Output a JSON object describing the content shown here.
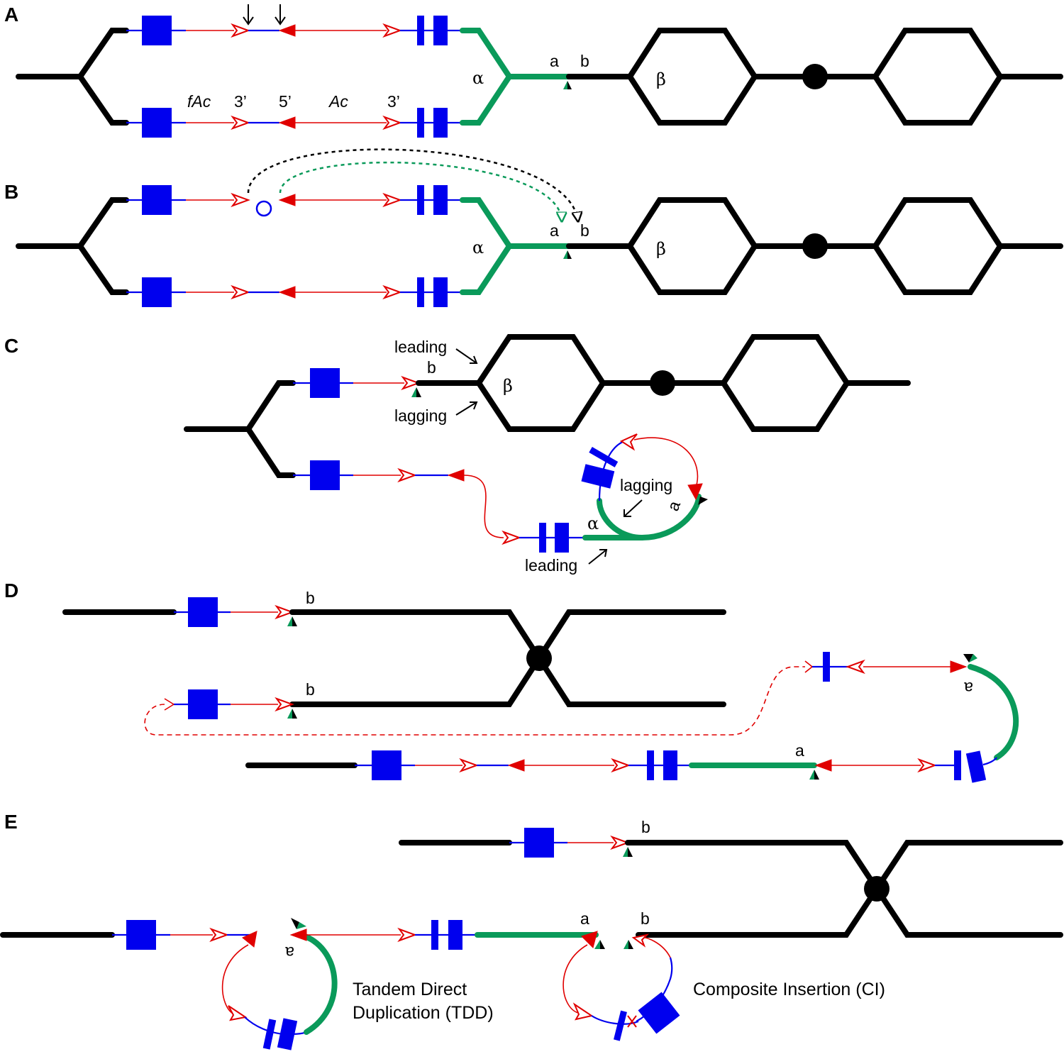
{
  "panels": {
    "A": {
      "label": "A",
      "fAc": "fAc",
      "three_prime_1": "3’",
      "five_prime": "5’",
      "Ac": "Ac",
      "three_prime_2": "3’",
      "alpha": "α",
      "beta": "β",
      "a": "a",
      "b": "b"
    },
    "B": {
      "label": "B",
      "alpha": "α",
      "beta": "β",
      "a": "a",
      "b": "b"
    },
    "C": {
      "label": "C",
      "leading_top": "leading",
      "lagging_top": "lagging",
      "b": "b",
      "beta": "β",
      "lagging_circle": "lagging",
      "a": "a",
      "alpha": "α",
      "leading_bottom": "leading"
    },
    "D": {
      "label": "D",
      "b1": "b",
      "b2": "b",
      "a_flipped": "a",
      "a": "a"
    },
    "E": {
      "label": "E",
      "b_top": "b",
      "a": "a",
      "b": "b",
      "a_flipped": "a",
      "tdd_line1": "Tandem Direct",
      "tdd_line2": "Duplication (TDD)",
      "ci": "Composite Insertion (CI)"
    }
  },
  "colors": {
    "chromosome": "#000000",
    "green_segment": "#0a9a5a",
    "transposon_red": "#e00000",
    "gene_blue": "#0000ee"
  },
  "icons": {
    "open_arrow": "open-triangle-arrowhead",
    "solid_arrow": "solid-triangle-arrowhead",
    "gene_box": "blue-square",
    "exon_bars": "blue-double-bars",
    "centromere": "black-dot",
    "target_site": "black-green-triangle"
  }
}
